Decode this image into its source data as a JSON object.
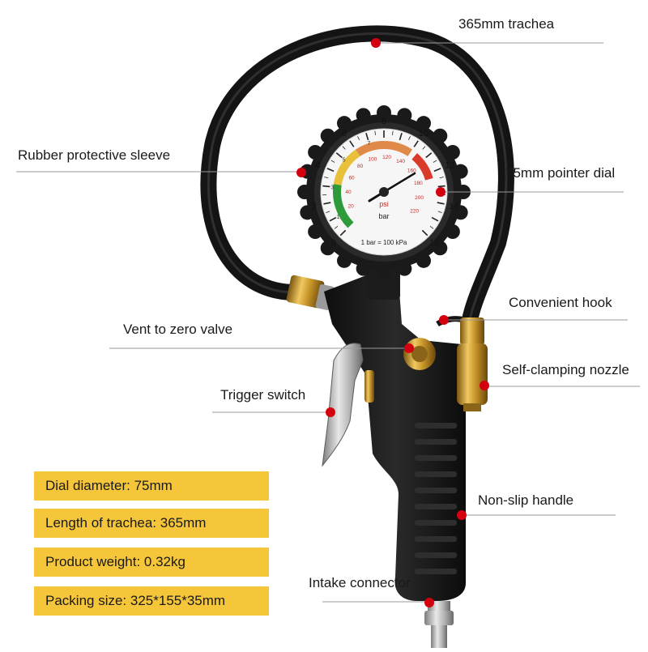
{
  "callouts": {
    "trachea": "365mm trachea",
    "sleeve": "Rubber protective sleeve",
    "dial": "75mm pointer dial",
    "hook": "Convenient hook",
    "vent": "Vent to zero valve",
    "nozzle": "Self-clamping nozzle",
    "trigger": "Trigger switch",
    "handle": "Non-slip handle",
    "intake": "Intake connector"
  },
  "specs": {
    "dial_diameter": "Dial diameter: 75mm",
    "trachea_length": "Length of trachea: 365mm",
    "weight": "Product weight: 0.32kg",
    "packing": "Packing size: 325*155*35mm"
  },
  "gauge": {
    "bar_ticks": [
      "0",
      "1",
      "2",
      "3",
      "4",
      "5",
      "6",
      "7",
      "8",
      "9",
      "10",
      "11",
      "12",
      "13",
      "14",
      "15",
      "16"
    ],
    "bar_major": [
      "0",
      "2",
      "4",
      "6",
      "8",
      "10",
      "12",
      "14",
      "16"
    ],
    "psi_ticks": [
      "20",
      "40",
      "60",
      "80",
      "100",
      "120",
      "140",
      "160",
      "180",
      "200",
      "220"
    ],
    "unit_psi": "psi",
    "unit_bar": "bar",
    "footnote": "1 bar = 100 kPa"
  },
  "colors": {
    "highlight": "#f5c63a",
    "marker": "#d4000f",
    "hose": "#141414",
    "brass": "#c8962a"
  }
}
